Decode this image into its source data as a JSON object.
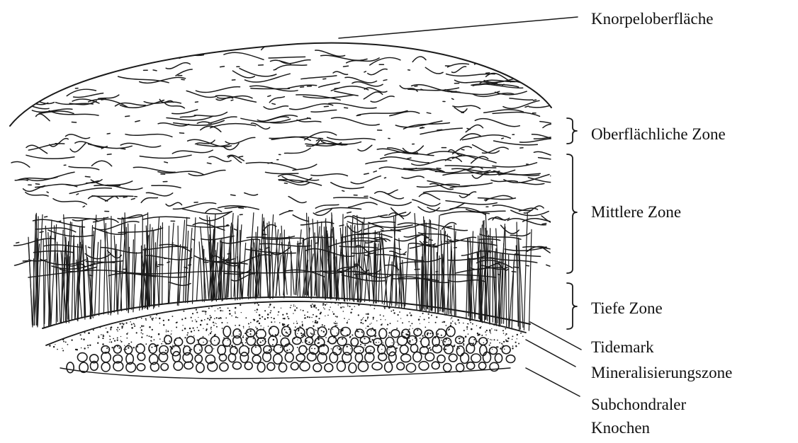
{
  "labels": {
    "surface": "Knorpeloberfläche",
    "superficial_zone": "Oberflächliche Zone",
    "middle_zone": "Mittlere Zone",
    "deep_zone": "Tiefe Zone",
    "tidemark": "Tidemark",
    "mineralization_zone": "Mineralisierungszone",
    "subchondral_bone_line1": "Subchondraler",
    "subchondral_bone_line2": "Knochen"
  },
  "colors": {
    "ink": "#1a1a1a",
    "background": "#ffffff"
  }
}
